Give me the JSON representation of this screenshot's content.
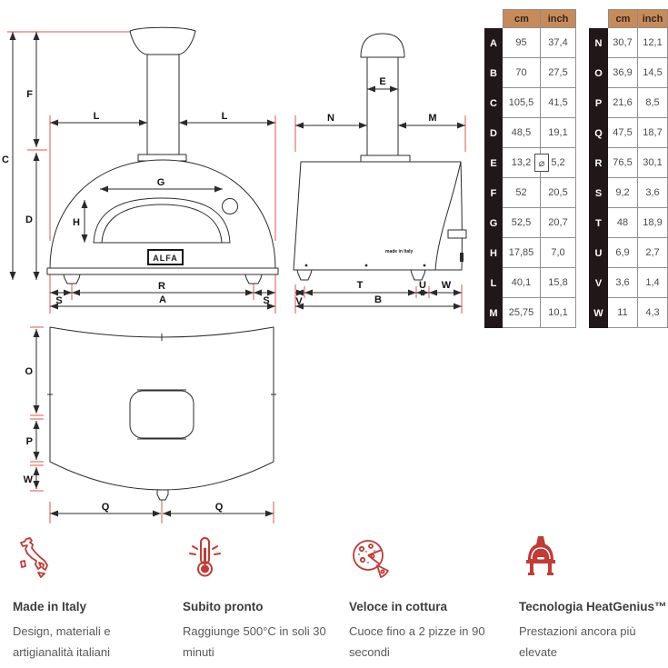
{
  "drawings": {
    "front": {
      "dims": {
        "c": "C",
        "f": "F",
        "d": "D",
        "l1": "L",
        "l2": "L",
        "g": "G",
        "h": "H",
        "s1": "S",
        "r": "R",
        "s2": "S",
        "a": "A"
      },
      "logo": "ALFA"
    },
    "side": {
      "dims": {
        "e": "E",
        "n": "N",
        "m": "M",
        "v": "V",
        "t": "T",
        "u": "U",
        "w": "W",
        "b": "B"
      },
      "made_in": "made in Italy"
    },
    "top": {
      "dims": {
        "o": "O",
        "p": "P",
        "w": "W",
        "q1": "Q",
        "q2": "Q"
      }
    }
  },
  "spec": {
    "headers": {
      "cm": "cm",
      "inch": "inch"
    },
    "diameter_symbol": "⌀",
    "left_rows": [
      {
        "label": "A",
        "cm": "95",
        "inch": "37,4"
      },
      {
        "label": "B",
        "cm": "70",
        "inch": "27,5"
      },
      {
        "label": "C",
        "cm": "105,5",
        "inch": "41,5"
      },
      {
        "label": "D",
        "cm": "48,5",
        "inch": "19,1"
      },
      {
        "label": "E",
        "cm": "13,2",
        "inch": "5,2"
      },
      {
        "label": "F",
        "cm": "52",
        "inch": "20,5"
      },
      {
        "label": "G",
        "cm": "52,5",
        "inch": "20,7"
      },
      {
        "label": "H",
        "cm": "17,85",
        "inch": "7,0"
      },
      {
        "label": "L",
        "cm": "40,1",
        "inch": "15,8"
      },
      {
        "label": "M",
        "cm": "25,75",
        "inch": "10,1"
      }
    ],
    "right_rows": [
      {
        "label": "N",
        "cm": "30,7",
        "inch": "12,1"
      },
      {
        "label": "O",
        "cm": "36,9",
        "inch": "14,5"
      },
      {
        "label": "P",
        "cm": "21,6",
        "inch": "8,5"
      },
      {
        "label": "Q",
        "cm": "47,5",
        "inch": "18,7"
      },
      {
        "label": "R",
        "cm": "76,5",
        "inch": "30,1"
      },
      {
        "label": "S",
        "cm": "9,2",
        "inch": "3,6"
      },
      {
        "label": "T",
        "cm": "48",
        "inch": "18,9"
      },
      {
        "label": "U",
        "cm": "6,9",
        "inch": "2,7"
      },
      {
        "label": "V",
        "cm": "3,6",
        "inch": "1,4"
      },
      {
        "label": "W",
        "cm": "11",
        "inch": "4,3"
      }
    ]
  },
  "features": [
    {
      "icon": "italy-map-icon",
      "title": "Made in Italy",
      "line1": "Design, materiali e",
      "line2": "artigianalità italiani"
    },
    {
      "icon": "thermometer-icon",
      "title": "Subito pronto",
      "line1": "Raggiunge 500°C in soli 30",
      "line2": "minuti"
    },
    {
      "icon": "pizza-icon",
      "title": "Veloce in cottura",
      "line1": "Cuoce fino a 2 pizze in 90",
      "line2": "secondi"
    },
    {
      "icon": "oven-icon",
      "title": "Tecnologia HeatGenius™",
      "line1": "Prestazioni ancora più",
      "line2": "elevate"
    }
  ],
  "colors": {
    "accent_red": "#c23b36",
    "dim_red": "#e1544b",
    "table_header": "#c78b5a",
    "table_label_bg": "#201719"
  }
}
